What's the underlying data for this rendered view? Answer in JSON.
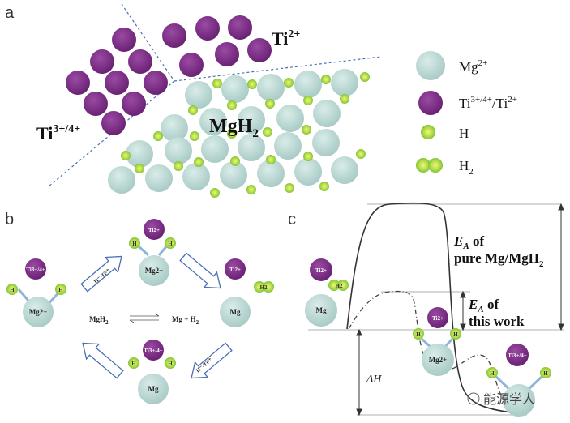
{
  "panels": {
    "a": {
      "letter": "a",
      "labels": {
        "ti_mixed": "Ti",
        "ti_mixed_charge": "3+/4+",
        "ti2": "Ti",
        "ti2_charge": "2+",
        "mgh2": "MgH",
        "mgh2_sub": "2"
      },
      "legend": [
        {
          "label": "Mg",
          "sup": "2+",
          "kind": "mg"
        },
        {
          "label": "Ti",
          "sup": "3+/4+",
          "tail": "/Ti",
          "sup2": "2+",
          "kind": "ti"
        },
        {
          "label": "H",
          "sup": "-",
          "kind": "h"
        },
        {
          "label": "H",
          "sub": "2",
          "kind": "h2"
        }
      ]
    },
    "b": {
      "letter": "b",
      "center_left": "MgH",
      "center_left_sub": "2",
      "center_right": "Mg + H",
      "center_right_sub": "2",
      "ions": {
        "ti_mixed": "Ti3+/4+",
        "ti2": "Ti2+",
        "mg2": "Mg2+",
        "mg": "Mg",
        "h": "H",
        "h2": "H2"
      },
      "arrow_labels": {
        "top_left": "H⁻-Ti²⁺",
        "bottom_right": "H⁻-Ti²⁺"
      }
    },
    "c": {
      "letter": "c",
      "ea_pure_line1": "E",
      "ea_pure_sub": "A",
      "ea_pure_of": " of",
      "ea_pure_line2": "pure Mg/MgH",
      "ea_pure_line2_sub": "2",
      "ea_work_line1": "E",
      "ea_work_sub": "A",
      "ea_work_of": " of",
      "ea_work_line2": "this work",
      "delta_h": "ΔH",
      "ions": {
        "ti2": "Ti2+",
        "ti_mixed": "Ti3+/4+",
        "mg": "Mg",
        "mg2": "Mg2+",
        "h": "H",
        "h2": "H2"
      }
    }
  },
  "watermark": "能源学人",
  "colors": {
    "mg": "#b9d8d3",
    "ti": "#7a2b84",
    "h": "#8ccd3a",
    "h_core": "#d8eb5a",
    "dash": "#4a6fb5",
    "arrow": "#4a6fb5"
  }
}
